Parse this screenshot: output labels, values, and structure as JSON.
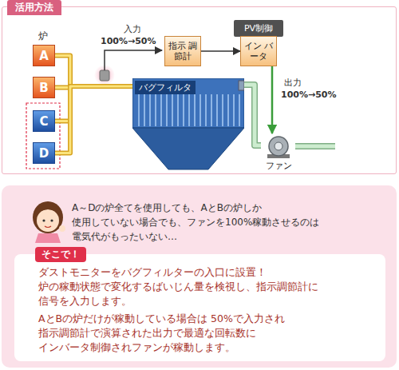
{
  "diagram": {
    "nodes": [
      {
        "text": [
          "活用方法"
        ]
      },
      {
        "text": [
          "A"
        ],
        "in": 0
      },
      {
        "text": [
          "B"
        ],
        "in": 0
      },
      {
        "text": [
          "C"
        ],
        "in": 0
      },
      {
        "text": [
          "D"
        ],
        "in": 0
      },
      {
        "text": [
          "指示 調節計"
        ],
        "in": 0
      },
      {
        "text": [
          "PV制御"
        ],
        "in": 0
      },
      {
        "text": [
          "イン バータ"
        ],
        "in": 0
      },
      {
        "text": [
          "バグフィルタ"
        ],
        "in": 0
      },
      {
        "text": [
          "ファン"
        ],
        "in": 0
      },
      {
        "text": [
          "A～Dの炉全てを使用しても、AとBの炉しか 使用していない場合でも、ファンを100%稼動させるのは 電気代がもったいない…"
        ]
      },
      {
        "text": [
          "そこで！",
          "ダストモニターをバグフィルターの入口に設置！ 炉の稼動状態で変化するばいじん量を検視し、指示調節計に 信号を入力します。",
          "AとBの炉だけが稼動している場合は 50%で入力され 指示調節計で演算された出力で最適な回転数に インバータ制御されファンが稼動します。"
        ]
      }
    ],
    "edges": [
      {
        "from": 1,
        "to": 8,
        "arrow": "none"
      },
      {
        "from": 2,
        "to": 8,
        "arrow": "none"
      },
      {
        "from": 3,
        "to": 8,
        "arrow": "none"
      },
      {
        "from": 4,
        "to": 8,
        "arrow": "none"
      },
      {
        "from": 5,
        "to": 7,
        "arrow": "to"
      },
      {
        "from": 7,
        "to": 9,
        "arrow": "to"
      },
      {
        "from": 8,
        "to": 9,
        "arrow": "none"
      }
    ],
    "labels": [
      "炉",
      "入力",
      "100%→50%",
      "出力",
      "100%→50%"
    ]
  }
}
